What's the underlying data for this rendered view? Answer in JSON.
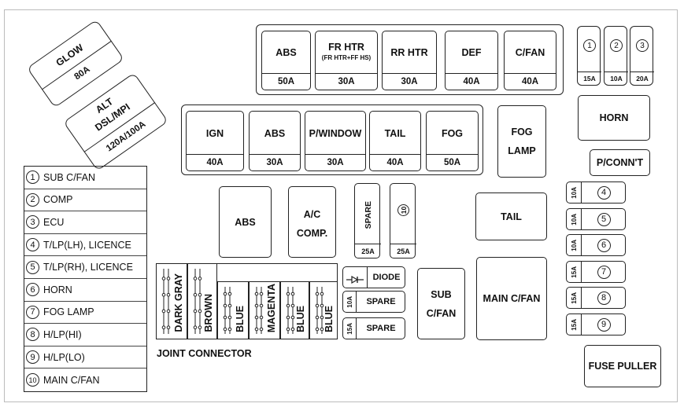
{
  "top_row": [
    {
      "name": "ABS",
      "sub": "",
      "amp": "50A"
    },
    {
      "name": "FR HTR",
      "sub": "(FR HTR+FF HS)",
      "amp": "30A"
    },
    {
      "name": "RR HTR",
      "sub": "",
      "amp": "30A"
    },
    {
      "name": "DEF",
      "sub": "",
      "amp": "40A"
    },
    {
      "name": "C/FAN",
      "sub": "",
      "amp": "40A"
    }
  ],
  "second_row": [
    {
      "name": "IGN",
      "amp": "40A"
    },
    {
      "name": "ABS",
      "amp": "30A"
    },
    {
      "name": "P/WINDOW",
      "amp": "30A"
    },
    {
      "name": "TAIL",
      "amp": "40A"
    },
    {
      "name": "FOG",
      "amp": "50A"
    }
  ],
  "glow": {
    "name": "GLOW",
    "amp": "80A"
  },
  "alt": {
    "name1": "ALT",
    "name2": "DSL/MPI",
    "amp": "120A/100A"
  },
  "small_top": [
    {
      "num": "1",
      "amp": "15A"
    },
    {
      "num": "2",
      "amp": "10A"
    },
    {
      "num": "3",
      "amp": "20A"
    }
  ],
  "relays": {
    "horn": "HORN",
    "fog_lamp1": "FOG",
    "fog_lamp2": "LAMP",
    "pconn": "P/CONN'T",
    "abs": "ABS",
    "ac1": "A/C",
    "ac2": "COMP.",
    "tail": "TAIL",
    "sub_cfan1": "SUB",
    "sub_cfan2": "C/FAN",
    "main_cfan": "MAIN C/FAN",
    "fuse_puller": "FUSE PULLER"
  },
  "spare_fuse": {
    "name": "SPARE",
    "amp": "25A"
  },
  "fuse_10": {
    "num": "10",
    "amp": "25A"
  },
  "mini_fuses": [
    {
      "name": "DIODE",
      "amp": ""
    },
    {
      "name": "SPARE",
      "amp": "10A"
    },
    {
      "name": "SPARE",
      "amp": "15A"
    }
  ],
  "right_fuses": [
    {
      "num": "4",
      "amp": "10A"
    },
    {
      "num": "5",
      "amp": "10A"
    },
    {
      "num": "6",
      "amp": "10A"
    },
    {
      "num": "7",
      "amp": "15A"
    },
    {
      "num": "8",
      "amp": "15A"
    },
    {
      "num": "9",
      "amp": "15A"
    }
  ],
  "joint_connector": {
    "label": "JOINT CONNECTOR",
    "colors": [
      "DARK GRAY",
      "BROWN",
      "BLUE",
      "MAGENTA",
      "BLUE",
      "BLUE"
    ]
  },
  "legend": [
    {
      "num": "1",
      "text": "SUB C/FAN"
    },
    {
      "num": "2",
      "text": "COMP"
    },
    {
      "num": "3",
      "text": "ECU"
    },
    {
      "num": "4",
      "text": "T/LP(LH), LICENCE"
    },
    {
      "num": "5",
      "text": "T/LP(RH), LICENCE"
    },
    {
      "num": "6",
      "text": "HORN"
    },
    {
      "num": "7",
      "text": "FOG LAMP"
    },
    {
      "num": "8",
      "text": "H/LP(HI)"
    },
    {
      "num": "9",
      "text": "H/LP(LO)"
    },
    {
      "num": "10",
      "text": "MAIN C/FAN"
    }
  ]
}
